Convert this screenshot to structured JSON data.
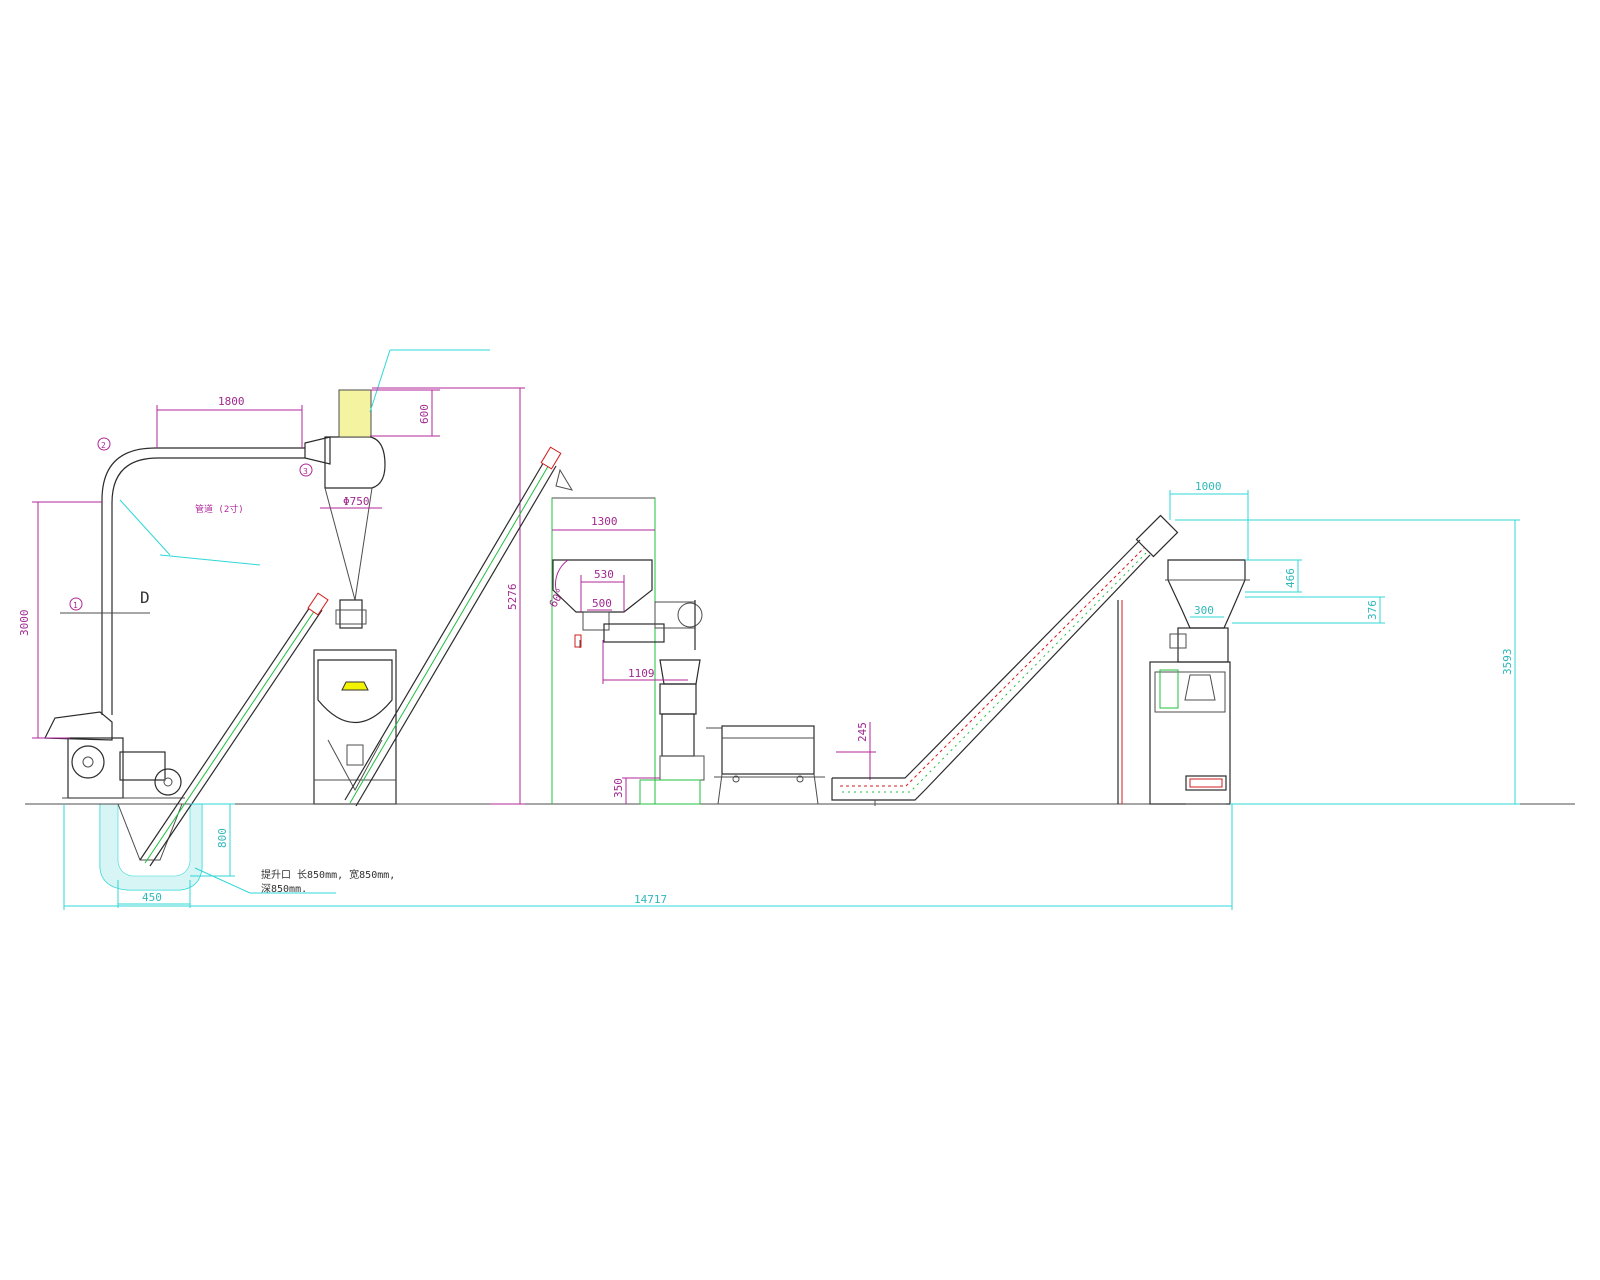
{
  "dimensions": {
    "d1800": "1800",
    "d600": "600",
    "d3000": "3000",
    "d5276": "5276",
    "d750": "Φ750",
    "d1300": "1300",
    "d530": "530",
    "d500": "500",
    "d1109": "1109",
    "d350": "350",
    "d245": "245",
    "d1000": "1000",
    "d466": "466",
    "d376": "376",
    "d3593": "3593",
    "d300": "300",
    "d800": "800",
    "d450": "450",
    "d14717": "14717",
    "angle": "60°"
  },
  "annotations": {
    "pit_line1": "提升口  长850mm, 宽850mm,",
    "pit_line2": "深850mm.",
    "pipe_note": "管道 (2寸)",
    "circle1": "1",
    "circle2": "2",
    "circle3": "3",
    "label_d": "D"
  },
  "colors": {
    "outline": "#4d4d4d",
    "dimension_cyan": "#2fd7d7",
    "dimension_magenta": "#b0279b",
    "frame_green": "#1fbf3c",
    "chain_red": "#d21c1c",
    "filter_fill": "#f3f3a0"
  }
}
